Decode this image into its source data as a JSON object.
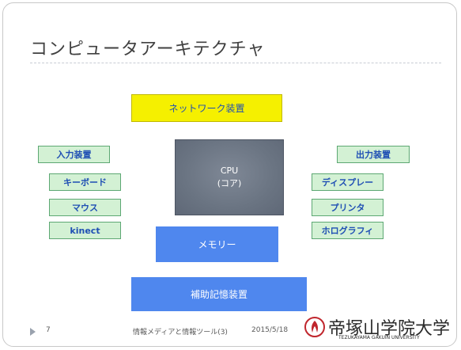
{
  "slide": {
    "title": "コンピュータアーキテクチャ",
    "network": "ネットワーク装置",
    "cpu_line1": "CPU",
    "cpu_line2": "(コア)",
    "memory": "メモリー",
    "storage": "補助記憶装置",
    "input": {
      "header": "入力装置",
      "items": [
        "キーボード",
        "マウス",
        "kinect"
      ]
    },
    "output": {
      "header": "出力装置",
      "items": [
        "ディスプレー",
        "プリンタ",
        "ホログラフィ"
      ]
    }
  },
  "footer": {
    "page_number": "7",
    "course": "情報メディアと情報ツール(3)",
    "date": "2015/5/18"
  },
  "logo": {
    "name": "帝塚山学院大学",
    "subtitle": "TEZUKAYAMA GAKUIN UNIVERSITY"
  },
  "colors": {
    "green_box": "#d3f1d4",
    "blue_box": "#4f87ee",
    "yellow_box": "#f5f000",
    "cpu_box": "#6a7482",
    "logo_red": "#c0262d"
  }
}
